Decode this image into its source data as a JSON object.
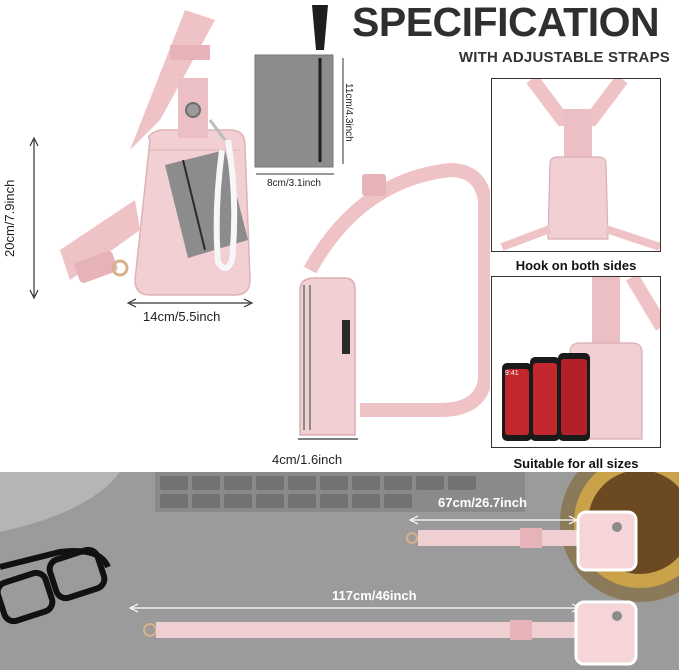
{
  "header": {
    "title": "SPECIFICATION",
    "subtitle": "WITH ADJUSTABLE STRAPS"
  },
  "dimensions": {
    "height": "20cm/7.9inch",
    "width": "14cm/5.5inch",
    "pouch_height": "11cm/4.3inch",
    "pouch_width": "8cm/3.1inch",
    "depth": "4cm/1.6inch"
  },
  "panels": {
    "hook_caption": "Hook on both sides",
    "sizes_caption": "Suitable for all sizes",
    "phone_time": "9:41"
  },
  "straps": {
    "short": "67cm/26.7inch",
    "long": "117cm/46inch"
  },
  "colors": {
    "bag_pink": "#f2cfd2",
    "strap_pink": "#efc2c6",
    "pouch_gray": "#8c8c8c",
    "background_gray": "#9b9b9b"
  }
}
